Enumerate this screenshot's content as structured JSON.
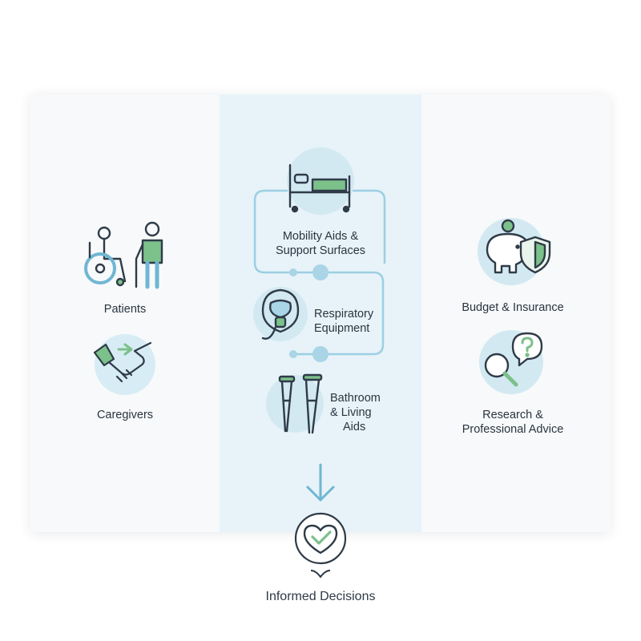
{
  "left_column": {
    "patients": {
      "label": "Patients",
      "icon": "wheelchair-and-walker-icon"
    },
    "caregivers": {
      "label": "Caregivers",
      "icon": "handshake-icon"
    }
  },
  "center_column": {
    "mobility": {
      "line1": "Mobility Aids &",
      "line2": "Support Surfaces",
      "icon": "hospital-bed-icon"
    },
    "respiratory": {
      "line1": "Respiratory",
      "line2": "Equipment",
      "icon": "respirator-mask-icon"
    },
    "bathroom": {
      "line1": "Bathroom",
      "line2": "& Living",
      "line3": "Aids",
      "icon": "crutches-icon"
    }
  },
  "right_column": {
    "budget": {
      "label": "Budget & Insurance",
      "icon": "piggy-bank-shield-icon"
    },
    "research": {
      "line1": "Research &",
      "line2": "Professional Advice",
      "icon": "magnifier-question-icon"
    }
  },
  "outcome": {
    "label": "Informed Decisions",
    "icon": "heart-check-icon"
  },
  "colors": {
    "stroke": "#2f3b48",
    "accent_blue": "#6fb6d3",
    "accent_green": "#7cc08a",
    "circle_fill": "#d7ecf5",
    "center_bg": "#e7f3f8"
  }
}
